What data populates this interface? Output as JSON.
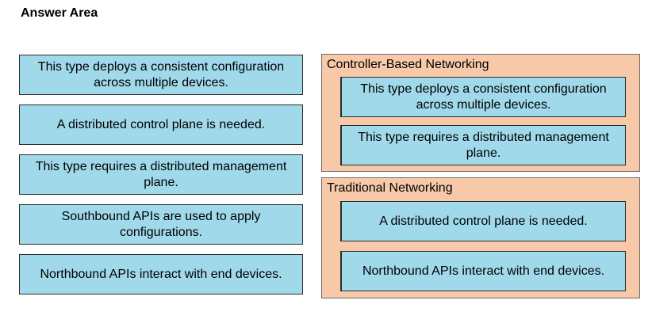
{
  "header": {
    "title": "Answer Area"
  },
  "left_items": [
    "This type deploys a consistent configuration across multiple devices.",
    "A distributed control plane is needed.",
    "This type requires a distributed management plane.",
    "Southbound APIs are used to apply configurations.",
    "Northbound APIs interact with end devices."
  ],
  "zones": [
    {
      "title": "Controller-Based Networking",
      "items": [
        "This type deploys a consistent configuration across multiple devices.",
        "This type requires a distributed management plane."
      ]
    },
    {
      "title": "Traditional Networking",
      "items": [
        "A distributed control plane is needed.",
        "Northbound APIs interact with end devices."
      ]
    }
  ],
  "colors": {
    "item_fill": "#a0d9ea",
    "zone_fill": "#f8c9a8"
  }
}
